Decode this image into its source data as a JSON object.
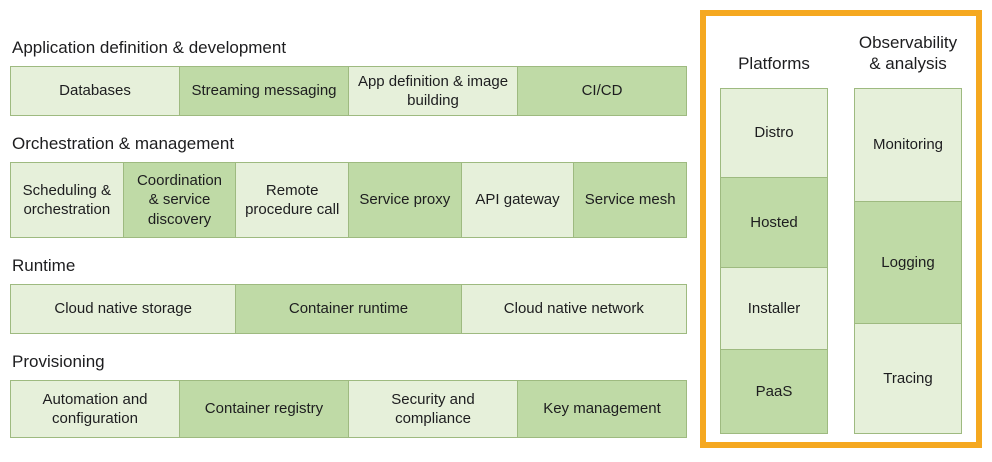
{
  "colors": {
    "cell_light": "#e6f0da",
    "cell_medium": "#bfdaa6",
    "cell_border": "#9eba80",
    "highlight_border": "#f5a820",
    "text": "#1d1d1f"
  },
  "sections": [
    {
      "title": "Application definition & development",
      "cells": [
        {
          "label": "Databases",
          "shade": "light"
        },
        {
          "label": "Streaming messaging",
          "shade": "medium"
        },
        {
          "label": "App definition & image building",
          "shade": "light"
        },
        {
          "label": "CI/CD",
          "shade": "medium"
        }
      ]
    },
    {
      "title": "Orchestration & management",
      "cells": [
        {
          "label": "Scheduling & orchestration",
          "shade": "light"
        },
        {
          "label": "Coordination & service discovery",
          "shade": "medium"
        },
        {
          "label": "Remote procedure call",
          "shade": "light"
        },
        {
          "label": "Service proxy",
          "shade": "medium"
        },
        {
          "label": "API gateway",
          "shade": "light"
        },
        {
          "label": "Service mesh",
          "shade": "medium"
        }
      ]
    },
    {
      "title": "Runtime",
      "cells": [
        {
          "label": "Cloud native storage",
          "shade": "light"
        },
        {
          "label": "Container runtime",
          "shade": "medium"
        },
        {
          "label": "Cloud native network",
          "shade": "light"
        }
      ]
    },
    {
      "title": "Provisioning",
      "cells": [
        {
          "label": "Automation and configuration",
          "shade": "light"
        },
        {
          "label": "Container registry",
          "shade": "medium"
        },
        {
          "label": "Security and compliance",
          "shade": "light"
        },
        {
          "label": "Key management",
          "shade": "medium"
        }
      ]
    }
  ],
  "right_panel": {
    "columns": [
      {
        "title": "Platforms",
        "cells": [
          {
            "label": "Distro",
            "shade": "light"
          },
          {
            "label": "Hosted",
            "shade": "medium"
          },
          {
            "label": "Installer",
            "shade": "light"
          },
          {
            "label": "PaaS",
            "shade": "medium"
          }
        ]
      },
      {
        "title": "Observability & analysis",
        "cells": [
          {
            "label": "Monitoring",
            "shade": "light"
          },
          {
            "label": "Logging",
            "shade": "medium"
          },
          {
            "label": "Tracing",
            "shade": "light"
          }
        ]
      }
    ]
  }
}
